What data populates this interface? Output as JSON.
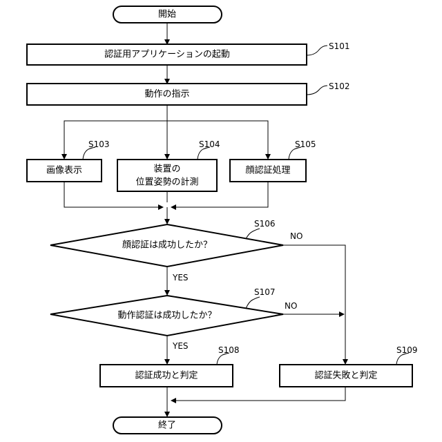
{
  "nodes": {
    "start": "開始",
    "s101": "認証用アプリケーションの起動",
    "s102": "動作の指示",
    "s103": "画像表示",
    "s104_line1": "装置の",
    "s104_line2": "位置姿勢の計測",
    "s105": "顔認証処理",
    "s106": "顔認証は成功したか？",
    "s107": "動作認証は成功したか？",
    "s108": "認証成功と判定",
    "s109": "認証失敗と判定",
    "end": "終了"
  },
  "step_ids": {
    "s101": "S101",
    "s102": "S102",
    "s103": "S103",
    "s104": "S104",
    "s105": "S105",
    "s106": "S106",
    "s107": "S107",
    "s108": "S108",
    "s109": "S109"
  },
  "branch_labels": {
    "s106_no": "NO",
    "s106_yes": "YES",
    "s107_no": "NO",
    "s107_yes": "YES"
  }
}
